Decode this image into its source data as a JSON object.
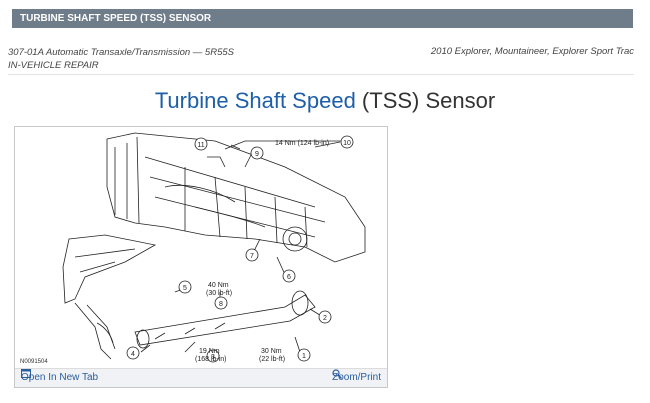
{
  "header": {
    "title": "TURBINE SHAFT SPEED (TSS) SENSOR"
  },
  "meta": {
    "section": "307-01A Automatic Transaxle/Transmission — 5R55S",
    "subsection": "IN-VEHICLE REPAIR",
    "vehicle": "2010 Explorer, Mountaineer, Explorer Sport Trac"
  },
  "heading": {
    "blue": "Turbine Shaft Speed",
    "rest": " (TSS) Sensor"
  },
  "figure": {
    "code": "N0091504",
    "callouts": [
      "1",
      "2",
      "3",
      "4",
      "5",
      "6",
      "7",
      "8",
      "9",
      "10",
      "11"
    ],
    "torque": {
      "t14": "14 Nm (124 lb-in)",
      "t40a": "40 Nm",
      "t40b": "(30 lb-ft)",
      "t19a": "19 Nm",
      "t19b": "(168 lb-in)",
      "t30a": "30 Nm",
      "t30b": "(22 lb-ft)"
    },
    "open_tab": "Open In New Tab",
    "zoom": "Zoom/Print",
    "colors": {
      "link": "#2a5d9f",
      "heading_accent": "#1e5fa8",
      "titlebar": "#6f7c8a"
    }
  }
}
